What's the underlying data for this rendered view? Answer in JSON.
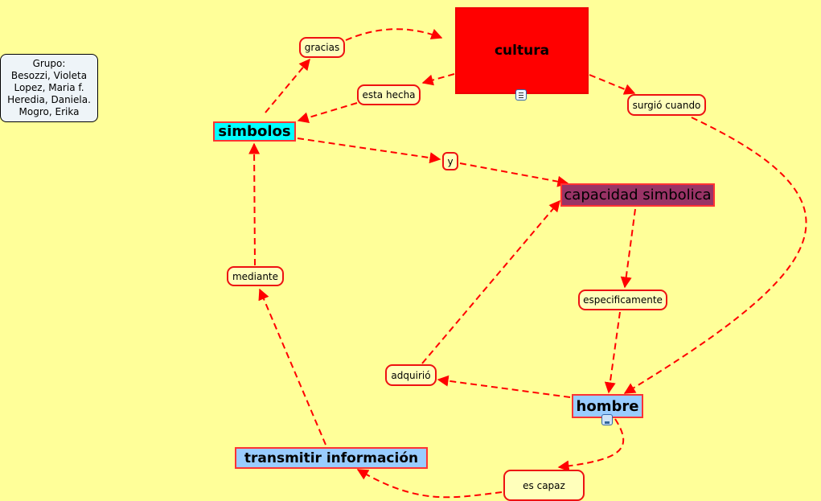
{
  "group_note": {
    "lines": [
      "Grupo:",
      "Besozzi, Violeta",
      "Lopez, Maria f.",
      "Heredia, Daniela.",
      "Mogro, Erika"
    ]
  },
  "concepts": {
    "cultura": "cultura",
    "simbolos": "simbolos",
    "capacidad": "capacidad simbolica",
    "hombre": "hombre",
    "transmitir": "transmitir información"
  },
  "phrases": {
    "gracias": "gracias",
    "esta_hecha": "esta hecha",
    "surgio_cuando": "surgió cuando",
    "y": "y",
    "especificamente": "especificamente",
    "mediante": "mediante",
    "adquirio": "adquirió",
    "es_capaz": "es capaz"
  },
  "colors": {
    "background": "#ffff99",
    "link": "#ff0000",
    "cultura": "#ff0000",
    "simbolos": "#00ffff",
    "capacidad": "#993366",
    "hombre": "#99ccff",
    "transmitir": "#99ccff"
  }
}
